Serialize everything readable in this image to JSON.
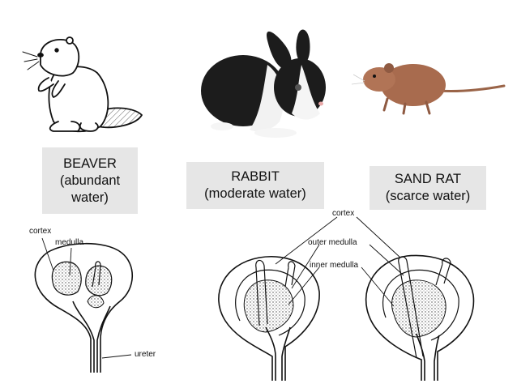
{
  "animals": [
    {
      "name": "BEAVER",
      "condition_line1": "(abundant",
      "condition_line2": "water)",
      "icon": "beaver-drawing"
    },
    {
      "name": "RABBIT",
      "condition": "(moderate  water)",
      "icon": "rabbit-photo"
    },
    {
      "name": "SAND RAT",
      "condition": "(scarce water)",
      "icon": "sand-rat-photo"
    }
  ],
  "labels": {
    "cortex_left": "cortex",
    "medulla": "medulla",
    "ureter": "ureter",
    "cortex_right": "cortex",
    "outer_medulla": "outer medulla",
    "inner_medulla": "inner medulla"
  },
  "colors": {
    "label_bg": "#e6e6e6",
    "rabbit_fur": "#1c1c1c",
    "sand_rat_fur": "#a86b4e"
  }
}
